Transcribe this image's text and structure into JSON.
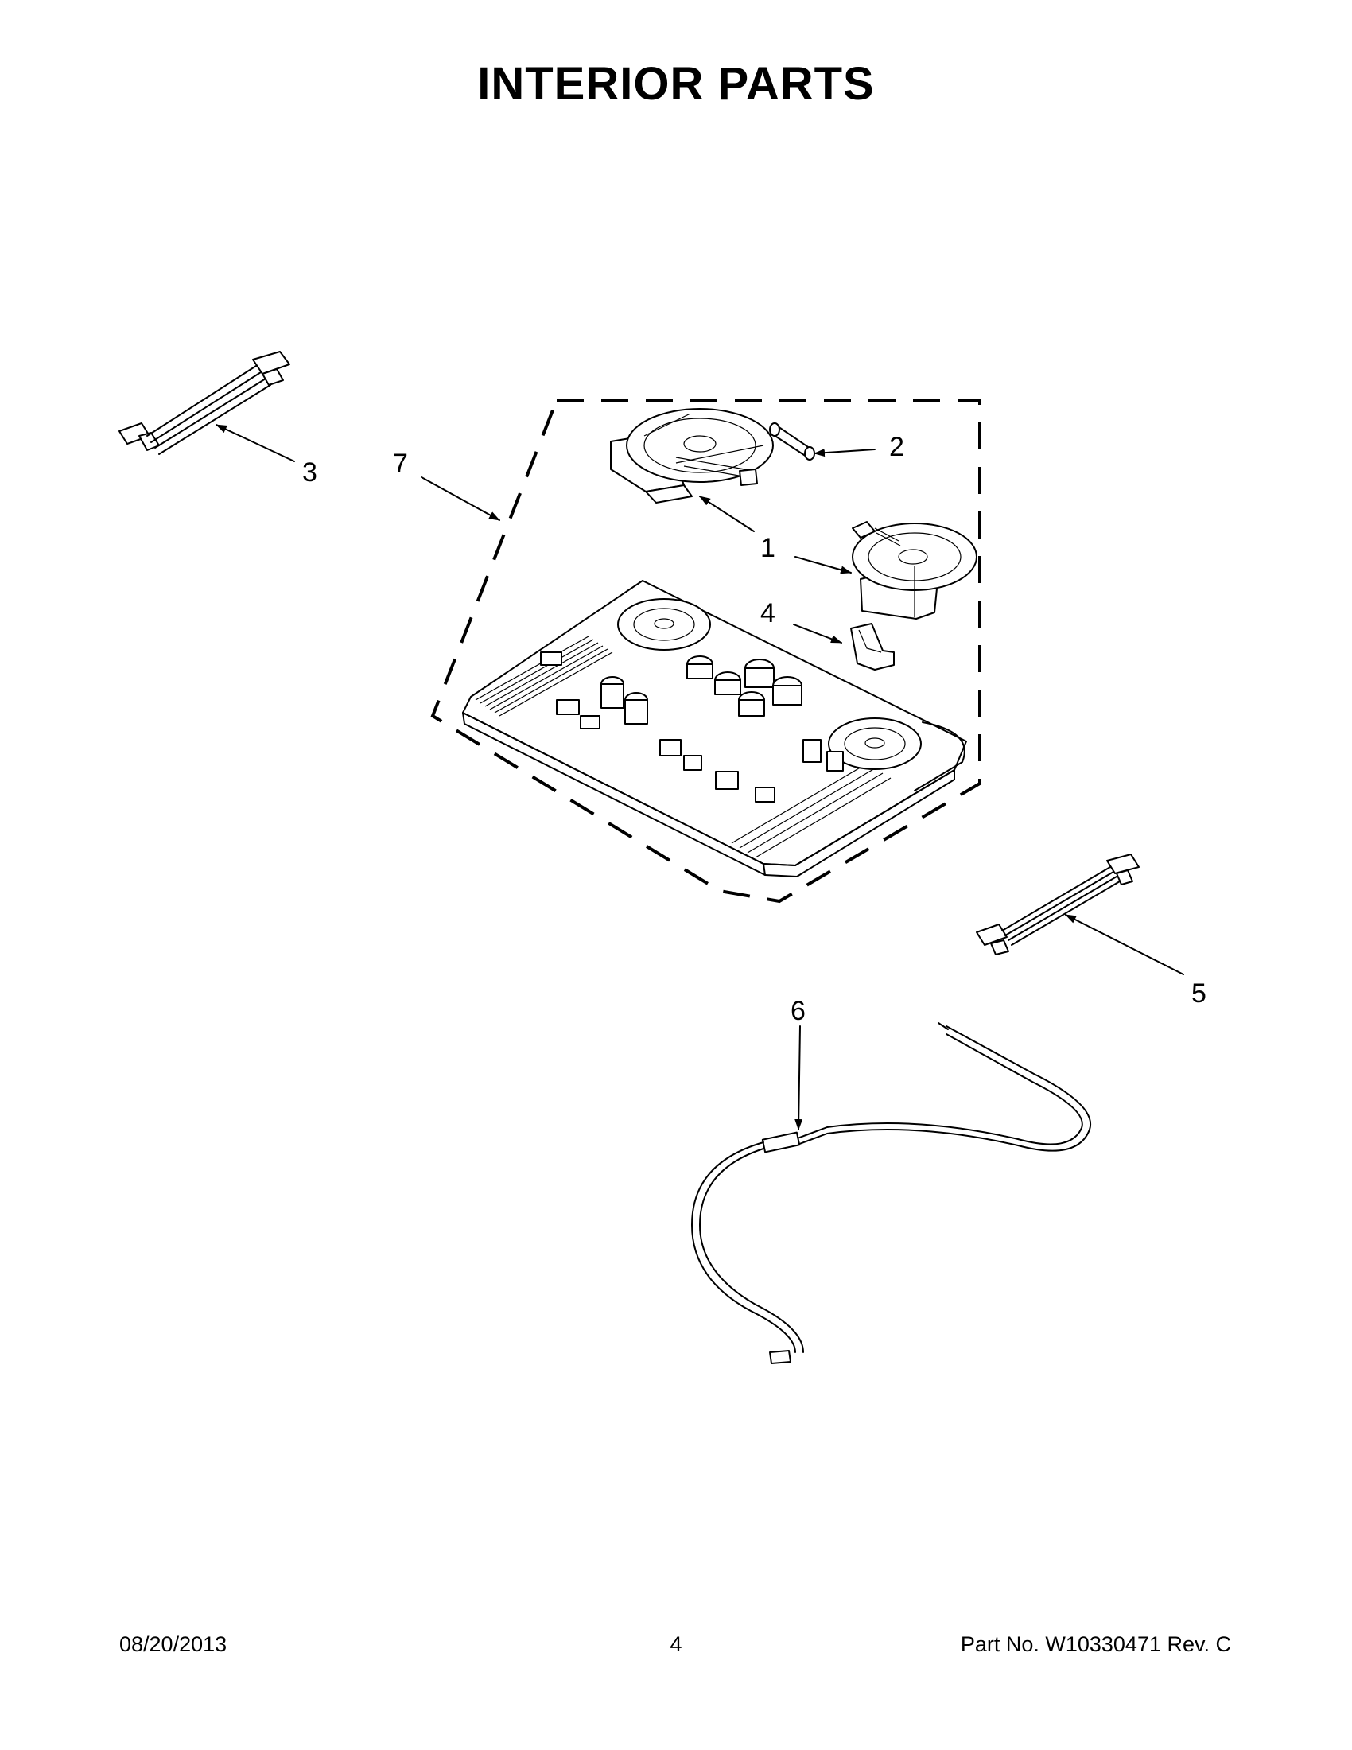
{
  "page": {
    "title": "INTERIOR PARTS",
    "footer": {
      "date": "08/20/2013",
      "page_number": "4",
      "part_number": "Part No.  W10330471  Rev.  C"
    }
  },
  "callouts": [
    {
      "id": "1a",
      "label": "1"
    },
    {
      "id": "1b",
      "label": "1"
    },
    {
      "id": "2",
      "label": "2"
    },
    {
      "id": "3",
      "label": "3"
    },
    {
      "id": "4",
      "label": "4"
    },
    {
      "id": "5",
      "label": "5"
    },
    {
      "id": "6",
      "label": "6"
    },
    {
      "id": "7",
      "label": "7"
    }
  ],
  "colors": {
    "ink": "#000000",
    "paper": "#ffffff"
  }
}
